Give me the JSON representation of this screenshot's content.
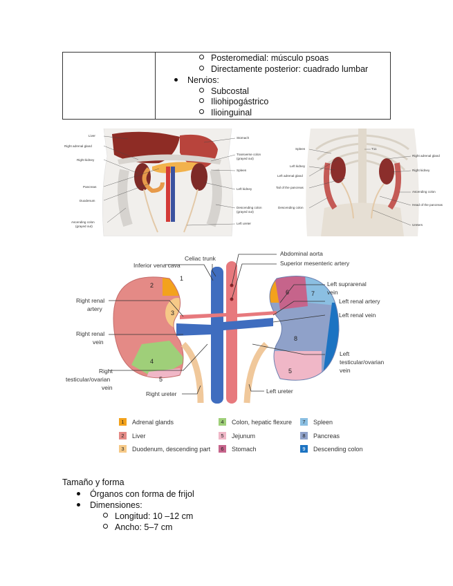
{
  "table": {
    "rows": [
      {
        "level": 2,
        "text": "Posteromedial: músculo psoas"
      },
      {
        "level": 2,
        "text": "Directamente posterior: cuadrado lumbar"
      },
      {
        "level": 1,
        "text": "Nervios:"
      },
      {
        "level": 2,
        "text": "Subcostal"
      },
      {
        "level": 2,
        "text": "Iliohipogástrico"
      },
      {
        "level": 2,
        "text": "Ilioinguinal"
      }
    ]
  },
  "anterior_figure": {
    "left_labels": [
      "Liver",
      "Right adrenal gland",
      "Right kidney",
      "Pancreas",
      "Duodenum",
      "Ascending colon",
      "(grayed out)"
    ],
    "right_labels": [
      "Stomach",
      "Transverse colon",
      "(grayed out)",
      "Spleen",
      "Left kidney",
      "Descending colon",
      "(grayed out)",
      "Left ureter"
    ]
  },
  "posterior_figure": {
    "t11_label": "T11",
    "left_labels": [
      "Spleen",
      "Left kidney",
      "Left adrenal gland",
      "Tail of the pancreas",
      "Descending colon"
    ],
    "right_labels": [
      "Right adrenal gland",
      "Right kidney",
      "Ascending colon",
      "Head of the pancreas",
      "Ureters"
    ]
  },
  "kidney_figure": {
    "labels": {
      "celiac": "Celiac trunk",
      "ivc": "Inferior vena cava",
      "aorta": "Abdominal aorta",
      "sma": "Superior mesenteric artery",
      "r_renal_artery_1": "Right renal",
      "r_renal_artery_2": "artery",
      "r_renal_vein_1": "Right renal",
      "r_renal_vein_2": "vein",
      "r_test_1": "Right",
      "r_test_2": "testicular/ovarian",
      "r_test_3": "vein",
      "r_ureter": "Right ureter",
      "l_supra_1": "Left suprarenal",
      "l_supra_2": "vein",
      "l_renal_artery": "Left renal artery",
      "l_renal_vein": "Left renal vein",
      "l_test_1": "Left",
      "l_test_2": "testicular/ovarian",
      "l_test_3": "vein",
      "l_ureter": "Left ureter"
    },
    "numbers": {
      "r1": "1",
      "r2": "2",
      "r3": "3",
      "r4": "4",
      "r5": "5",
      "l5": "5",
      "l6": "6",
      "l7": "7",
      "l8": "8"
    }
  },
  "legend": [
    {
      "num": "1",
      "label": "Adrenal glands",
      "color": "#f3a21c"
    },
    {
      "num": "2",
      "label": "Liver",
      "color": "#e48a86"
    },
    {
      "num": "3",
      "label": "Duodenum, descending part",
      "color": "#f6c987"
    },
    {
      "num": "4",
      "label": "Colon, hepatic flexure",
      "color": "#9fcf79"
    },
    {
      "num": "5",
      "label": "Jejunum",
      "color": "#f0b7c7"
    },
    {
      "num": "6",
      "label": "Stomach",
      "color": "#c6648b"
    },
    {
      "num": "7",
      "label": "Spleen",
      "color": "#8bbfe2"
    },
    {
      "num": "8",
      "label": "Pancreas",
      "color": "#8fa1c9"
    },
    {
      "num": "9",
      "label": "Descending colon",
      "color": "#1c73c2"
    }
  ],
  "section": {
    "title": "Tamaño y forma",
    "items": [
      {
        "level": 1,
        "text": "Órganos con forma de frijol"
      },
      {
        "level": 1,
        "text": "Dimensiones:"
      },
      {
        "level": 2,
        "text": "Longitud: 10 –12 cm"
      },
      {
        "level": 2,
        "text": "Ancho: 5–7 cm"
      }
    ]
  }
}
